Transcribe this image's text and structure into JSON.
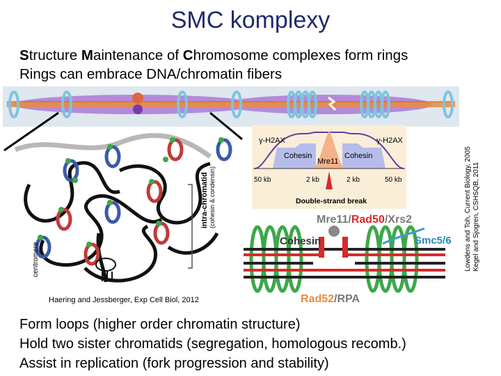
{
  "title": "SMC komplexy",
  "subtitle": {
    "line1": {
      "p1": "S",
      "p2": "tructure ",
      "p3": "M",
      "p4": "aintenance of ",
      "p5": "C",
      "p6": "hromosome complexes form rings"
    },
    "line2": "Rings can embrace DNA/chromatin fibers"
  },
  "credit_vertical": [
    "Lowdens and Toh, Current Biology, 2005",
    "Kegel and Sjogren, CSHSQB, 2011"
  ],
  "credit_horizontal": "Haering and Jessberger, Exp Cell Biol, 2012",
  "dsb_panel": {
    "left_label": "γ-H2AX",
    "right_label": "γ-H2AX",
    "cohesin_left": "Cohesin",
    "cohesin_right": "Cohesin",
    "center": "Mre11",
    "ticks": [
      "50 kb",
      "2 kb",
      "2 kb",
      "50 kb"
    ],
    "caption": "Double-strand break"
  },
  "repair_panel": {
    "mre11": "Mre11/",
    "rad50": "Rad50",
    "xrs2": "/Xrs2",
    "cohesin": "Cohesin",
    "smc56": "Smc5/6",
    "rad52": "Rad52",
    "rpa": "/RPA"
  },
  "chromatid_panel": {
    "intra": "intra-chromatid",
    "intra_sub": "(cohesin & condensin)",
    "centromere": "centromere"
  },
  "bullets": [
    "Form loops (higher order chromatin structure)",
    "Hold two sister chromatids (segregation, homologous recomb.)",
    "Assist in replication (fork progression and stability)"
  ],
  "colors": {
    "title": "#1f2a6b",
    "cohesin_arm": "#b48ad8",
    "dna": "#e98b3e",
    "ring": "#7fc4df",
    "red": "#d82a2a",
    "green": "#3ca84a"
  }
}
